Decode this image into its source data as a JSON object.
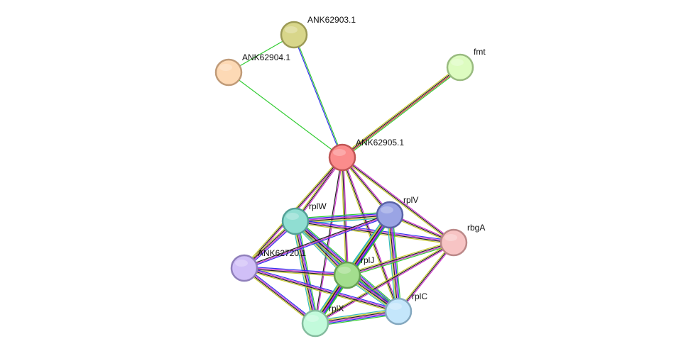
{
  "network": {
    "nodes": [
      {
        "id": "ANK62903.1",
        "label": "ANK62903.1",
        "color": "#d8d68a",
        "stroke": "#9c9a56"
      },
      {
        "id": "ANK62904.1",
        "label": "ANK62904.1",
        "color": "#fdd9b5",
        "stroke": "#c09b78"
      },
      {
        "id": "fmt",
        "label": "fmt",
        "color": "#ddfcc0",
        "stroke": "#99bb80"
      },
      {
        "id": "ANK62905.1",
        "label": "ANK62905.1",
        "color": "#fb8c8c",
        "stroke": "#c05656"
      },
      {
        "id": "rplW",
        "label": "rplW",
        "color": "#90ded2",
        "stroke": "#52a096"
      },
      {
        "id": "rplV",
        "label": "rplV",
        "color": "#9aa4e4",
        "stroke": "#5a64a8"
      },
      {
        "id": "rbgA",
        "label": "rbgA",
        "color": "#f7c4c4",
        "stroke": "#bb8888"
      },
      {
        "id": "ANK62720.1",
        "label": "ANK62720.1",
        "color": "#d0bff7",
        "stroke": "#9080bb"
      },
      {
        "id": "rplJ",
        "label": "rplJ",
        "color": "#a3de8e",
        "stroke": "#66a052"
      },
      {
        "id": "rplC",
        "label": "rplC",
        "color": "#c4e6fb",
        "stroke": "#84a8bf"
      },
      {
        "id": "rplX",
        "label": "rplX",
        "color": "#c2fadb",
        "stroke": "#84bc9e"
      }
    ],
    "edges": [
      {
        "source": "ANK62904.1",
        "target": "ANK62903.1",
        "colors": [
          "#33cc33"
        ]
      },
      {
        "source": "ANK62903.1",
        "target": "ANK62905.1",
        "colors": [
          "#33cc33",
          "#3333ee"
        ]
      },
      {
        "source": "ANK62904.1",
        "target": "ANK62905.1",
        "colors": [
          "#33cc33"
        ]
      },
      {
        "source": "fmt",
        "target": "ANK62905.1",
        "colors": [
          "#33cc33",
          "#cc3333",
          "#222222",
          "#cccc33"
        ]
      },
      {
        "source": "ANK62905.1",
        "target": "rplW",
        "colors": [
          "#cc33cc",
          "#222222",
          "#cccc33"
        ]
      },
      {
        "source": "ANK62905.1",
        "target": "rplV",
        "colors": [
          "#cc33cc",
          "#222222",
          "#cccc33"
        ]
      },
      {
        "source": "ANK62905.1",
        "target": "rbgA",
        "colors": [
          "#cc33cc",
          "#222222",
          "#cccc33"
        ]
      },
      {
        "source": "ANK62905.1",
        "target": "ANK62720.1",
        "colors": [
          "#cc33cc",
          "#222222",
          "#cccc33"
        ]
      },
      {
        "source": "ANK62905.1",
        "target": "rplJ",
        "colors": [
          "#cc33cc",
          "#222222",
          "#cccc33"
        ]
      },
      {
        "source": "ANK62905.1",
        "target": "rplC",
        "colors": [
          "#cc33cc",
          "#222222",
          "#cccc33"
        ]
      },
      {
        "source": "ANK62905.1",
        "target": "rplX",
        "colors": [
          "#cc33cc",
          "#222222"
        ]
      },
      {
        "source": "rplW",
        "target": "rplV",
        "colors": [
          "#33cc33",
          "#3333ee",
          "#cc33cc",
          "#222222",
          "#cccc33",
          "#33bbbb"
        ]
      },
      {
        "source": "rplW",
        "target": "rbgA",
        "colors": [
          "#3333ee",
          "#cc33cc",
          "#222222",
          "#cccc33"
        ]
      },
      {
        "source": "rplW",
        "target": "ANK62720.1",
        "colors": [
          "#3333ee",
          "#cc33cc",
          "#222222",
          "#cccc33"
        ]
      },
      {
        "source": "rplW",
        "target": "rplJ",
        "colors": [
          "#33cc33",
          "#3333ee",
          "#cc33cc",
          "#222222",
          "#cccc33",
          "#33bbbb"
        ]
      },
      {
        "source": "rplW",
        "target": "rplC",
        "colors": [
          "#33cc33",
          "#3333ee",
          "#cc33cc",
          "#222222",
          "#cccc33",
          "#33bbbb"
        ]
      },
      {
        "source": "rplW",
        "target": "rplX",
        "colors": [
          "#33cc33",
          "#3333ee",
          "#cc33cc",
          "#222222",
          "#cccc33",
          "#33bbbb"
        ]
      },
      {
        "source": "rplV",
        "target": "rbgA",
        "colors": [
          "#cc33cc",
          "#222222",
          "#cccc33"
        ]
      },
      {
        "source": "rplV",
        "target": "ANK62720.1",
        "colors": [
          "#3333ee",
          "#cc33cc",
          "#222222"
        ]
      },
      {
        "source": "rplV",
        "target": "rplJ",
        "colors": [
          "#33cc33",
          "#3333ee",
          "#cc33cc",
          "#222222",
          "#cccc33",
          "#33bbbb"
        ]
      },
      {
        "source": "rplV",
        "target": "rplC",
        "colors": [
          "#33cc33",
          "#3333ee",
          "#cc33cc",
          "#222222",
          "#cccc33",
          "#33bbbb"
        ]
      },
      {
        "source": "rplV",
        "target": "rplX",
        "colors": [
          "#33cc33",
          "#3333ee",
          "#cc33cc",
          "#222222",
          "#cccc33",
          "#33bbbb"
        ]
      },
      {
        "source": "rbgA",
        "target": "rplJ",
        "colors": [
          "#33cc33",
          "#cc33cc",
          "#222222",
          "#cccc33"
        ]
      },
      {
        "source": "rbgA",
        "target": "rplC",
        "colors": [
          "#cc33cc",
          "#222222",
          "#cccc33"
        ]
      },
      {
        "source": "rbgA",
        "target": "rplX",
        "colors": [
          "#cc33cc",
          "#222222",
          "#cccc33"
        ]
      },
      {
        "source": "ANK62720.1",
        "target": "rplJ",
        "colors": [
          "#3333ee",
          "#cc33cc",
          "#222222",
          "#cccc33"
        ]
      },
      {
        "source": "ANK62720.1",
        "target": "rplC",
        "colors": [
          "#3333ee",
          "#cc33cc",
          "#222222",
          "#cccc33"
        ]
      },
      {
        "source": "ANK62720.1",
        "target": "rplX",
        "colors": [
          "#3333ee",
          "#cc33cc",
          "#222222",
          "#cccc33"
        ]
      },
      {
        "source": "rplJ",
        "target": "rplC",
        "colors": [
          "#33cc33",
          "#3333ee",
          "#cc33cc",
          "#222222",
          "#cccc33",
          "#33bbbb"
        ]
      },
      {
        "source": "rplJ",
        "target": "rplX",
        "colors": [
          "#33cc33",
          "#3333ee",
          "#cc33cc",
          "#222222",
          "#cccc33",
          "#33bbbb"
        ]
      },
      {
        "source": "rplC",
        "target": "rplX",
        "colors": [
          "#33cc33",
          "#3333ee",
          "#cc33cc",
          "#222222",
          "#cccc33",
          "#33bbbb"
        ]
      }
    ]
  }
}
